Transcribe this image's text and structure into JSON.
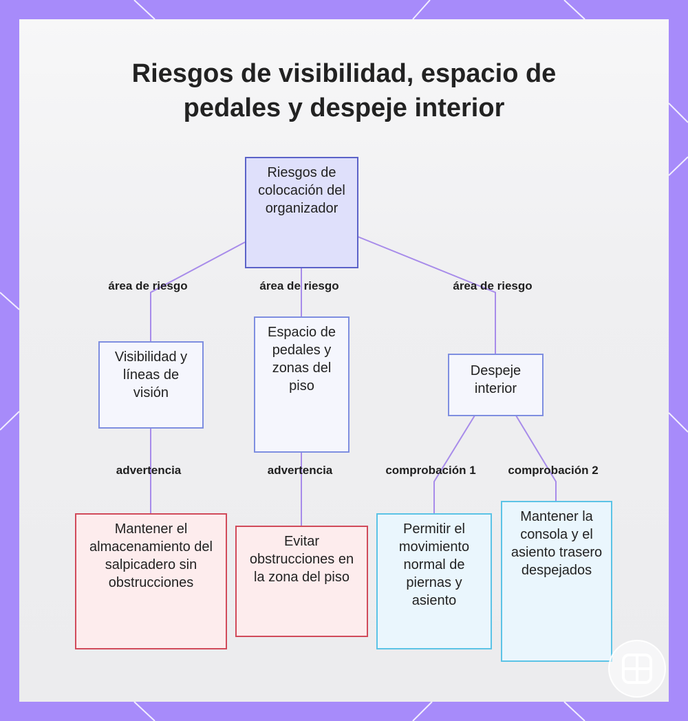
{
  "title": "Riesgos de visibilidad, espacio de pedales y despeje interior",
  "nodes": {
    "root": "Riesgos de colocación del organizador",
    "visibility": "Visibilidad y líneas de visión",
    "pedals": "Espacio de pedales y zonas del piso",
    "interior": "Despeje interior",
    "dash": "Mantener el almacenamiento del salpicadero sin obstrucciones",
    "floor": "Evitar obstrucciones en la zona del piso",
    "legs": "Permitir el movimiento normal de piernas y asiento",
    "console": "Mantener la consola y el asiento trasero despejados"
  },
  "edge_labels": {
    "risk_area_1": "área de riesgo",
    "risk_area_2": "área de riesgo",
    "risk_area_3": "área de riesgo",
    "warning_1": "advertencia",
    "warning_2": "advertencia",
    "check_1": "comprobación 1",
    "check_2": "comprobación 2"
  },
  "colors": {
    "background": "#a78bfa",
    "edge": "#a78bea",
    "root_fill": "#dfe0fb",
    "root_border": "#5b62c8",
    "warning_border": "#d14a5a",
    "check_border": "#5bc3e6"
  },
  "icons": {
    "corner_badge": "grid-badge-icon"
  }
}
